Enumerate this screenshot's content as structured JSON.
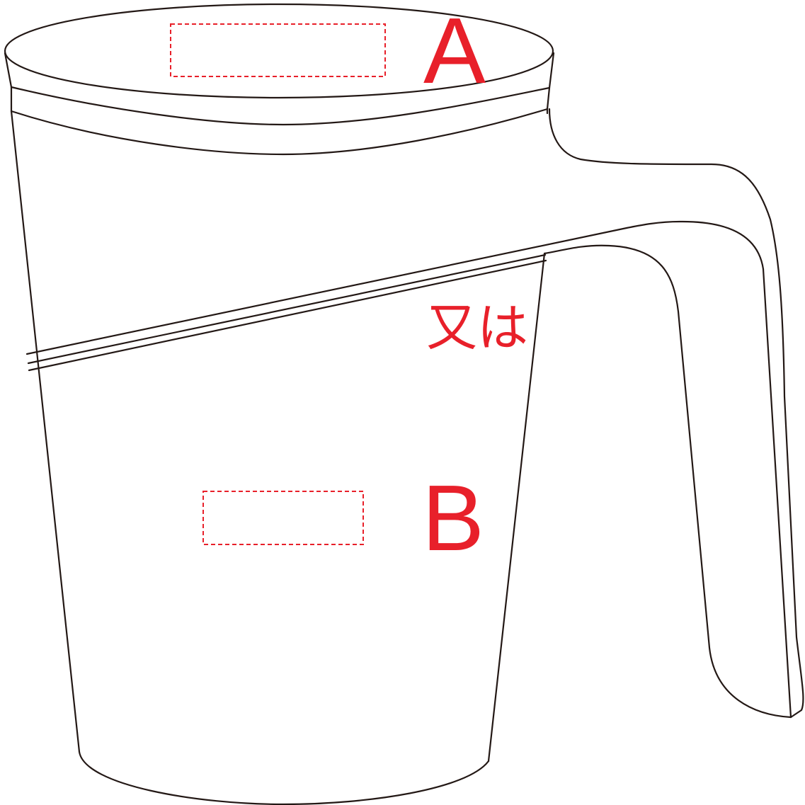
{
  "zones": {
    "a": {
      "label": "A"
    },
    "b": {
      "label": "B"
    }
  },
  "separator_text": "又は",
  "colors": {
    "outline": "#231815",
    "accent": "#e8202a"
  }
}
